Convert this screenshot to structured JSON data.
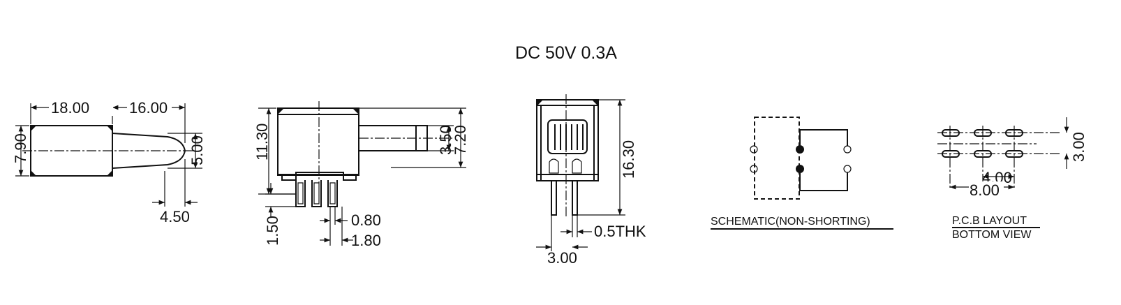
{
  "title": "DC  50V  0.3A",
  "view1": {
    "d_18": "18.00",
    "d_16": "16.00",
    "d_790": "7.90",
    "d_500": "5.00",
    "d_450": "4.50"
  },
  "view2": {
    "d_1130": "11.30",
    "d_350": "3.50",
    "d_720": "7.20",
    "d_150": "1.50",
    "d_080": "0.80",
    "d_180": "1.80"
  },
  "view3": {
    "d_1630": "16.30",
    "d_thk": "0.5THK",
    "d_300": "3.00"
  },
  "schematic": {
    "caption": "SCHEMATIC(NON-SHORTING)"
  },
  "pcb": {
    "caption_1": "P.C.B LAYOUT",
    "caption_2": "BOTTOM VIEW",
    "d_400": "4.00",
    "d_800": "8.00",
    "d_300": "3.00"
  }
}
